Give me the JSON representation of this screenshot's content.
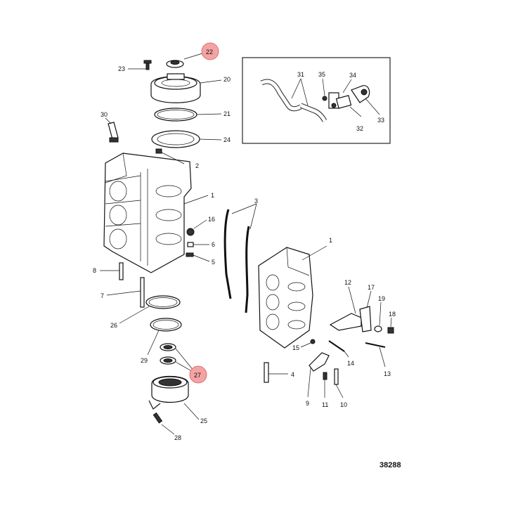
{
  "diagram": {
    "figure_number": "38288",
    "highlight_color": "#f4a3a3",
    "callouts": [
      {
        "id": "c1",
        "label": "1",
        "highlighted": false
      },
      {
        "id": "c1b",
        "label": "1",
        "highlighted": false
      },
      {
        "id": "c2",
        "label": "2",
        "highlighted": false
      },
      {
        "id": "c3",
        "label": "3",
        "highlighted": false
      },
      {
        "id": "c4",
        "label": "4",
        "highlighted": false
      },
      {
        "id": "c5",
        "label": "5",
        "highlighted": false
      },
      {
        "id": "c6",
        "label": "6",
        "highlighted": false
      },
      {
        "id": "c7",
        "label": "7",
        "highlighted": false
      },
      {
        "id": "c8",
        "label": "8",
        "highlighted": false
      },
      {
        "id": "c9",
        "label": "9",
        "highlighted": false
      },
      {
        "id": "c10",
        "label": "10",
        "highlighted": false
      },
      {
        "id": "c11",
        "label": "11",
        "highlighted": false
      },
      {
        "id": "c12",
        "label": "12",
        "highlighted": false
      },
      {
        "id": "c13",
        "label": "13",
        "highlighted": false
      },
      {
        "id": "c14",
        "label": "14",
        "highlighted": false
      },
      {
        "id": "c15",
        "label": "15",
        "highlighted": false
      },
      {
        "id": "c16",
        "label": "16",
        "highlighted": false
      },
      {
        "id": "c17",
        "label": "17",
        "highlighted": false
      },
      {
        "id": "c18",
        "label": "18",
        "highlighted": false
      },
      {
        "id": "c19",
        "label": "19",
        "highlighted": false
      },
      {
        "id": "c20",
        "label": "20",
        "highlighted": false
      },
      {
        "id": "c21",
        "label": "21",
        "highlighted": false
      },
      {
        "id": "c22",
        "label": "22",
        "highlighted": true
      },
      {
        "id": "c23",
        "label": "23",
        "highlighted": false
      },
      {
        "id": "c24",
        "label": "24",
        "highlighted": false
      },
      {
        "id": "c25",
        "label": "25",
        "highlighted": false
      },
      {
        "id": "c26",
        "label": "26",
        "highlighted": false
      },
      {
        "id": "c27",
        "label": "27",
        "highlighted": true
      },
      {
        "id": "c28",
        "label": "28",
        "highlighted": false
      },
      {
        "id": "c29",
        "label": "29",
        "highlighted": false
      },
      {
        "id": "c30",
        "label": "30",
        "highlighted": false
      },
      {
        "id": "c31",
        "label": "31",
        "highlighted": false
      },
      {
        "id": "c32",
        "label": "32",
        "highlighted": false
      },
      {
        "id": "c33",
        "label": "33",
        "highlighted": false
      },
      {
        "id": "c34",
        "label": "34",
        "highlighted": false
      },
      {
        "id": "c35",
        "label": "35",
        "highlighted": false
      }
    ]
  }
}
